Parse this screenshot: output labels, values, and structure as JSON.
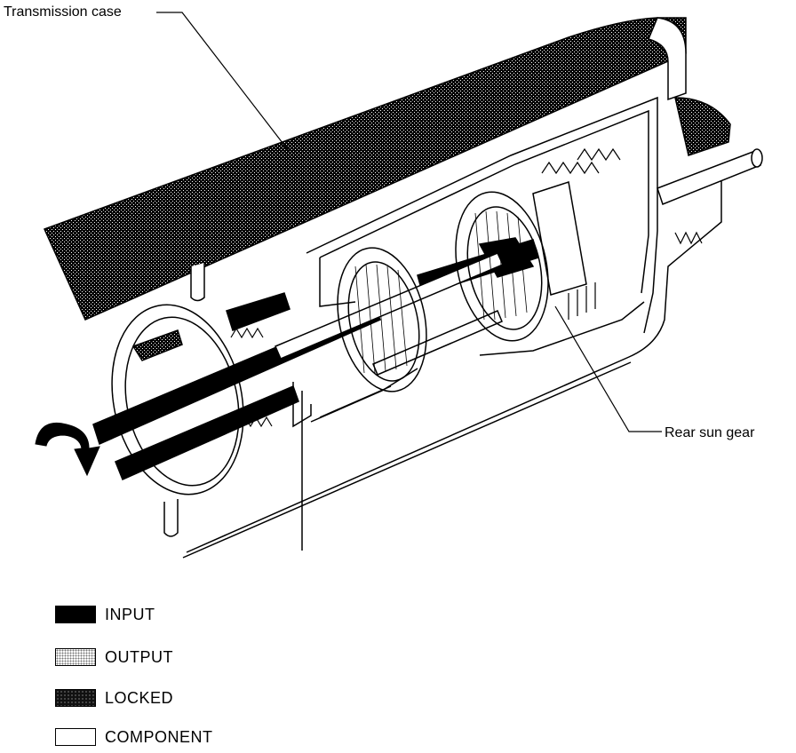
{
  "callouts": {
    "transmission_case": "Transmission case",
    "rear_sun_gear": "Rear sun gear"
  },
  "legend": [
    {
      "label": "INPUT",
      "swatch": "input"
    },
    {
      "label": "OUTPUT",
      "swatch": "output"
    },
    {
      "label": "LOCKED",
      "swatch": "locked"
    },
    {
      "label": "COMPONENT",
      "swatch": "component"
    }
  ],
  "colors": {
    "ink": "#000000",
    "paper": "#ffffff",
    "locked_stipple": "#2a2a2a",
    "output_stipple": "#9a9a9a"
  }
}
